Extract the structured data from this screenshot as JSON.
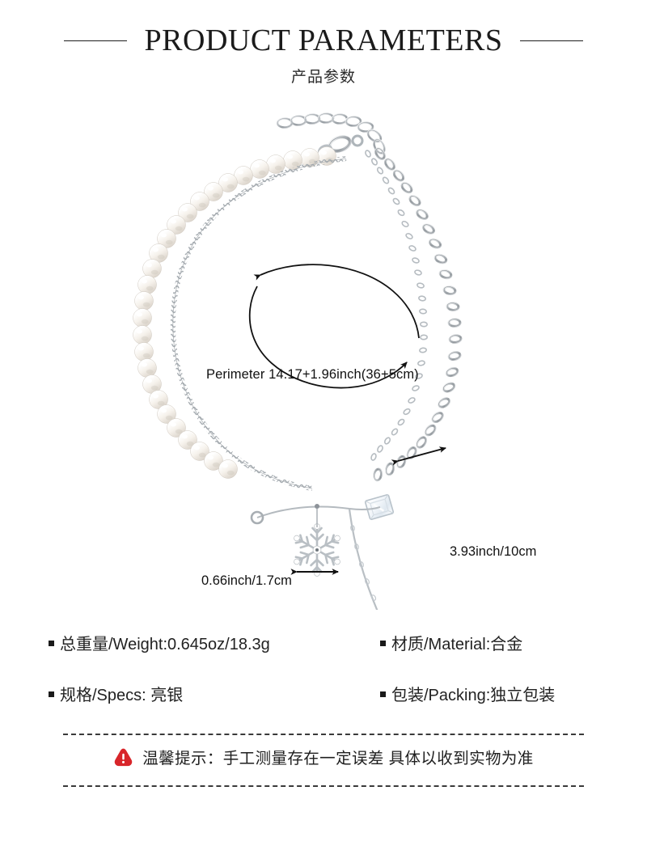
{
  "header": {
    "title": "PRODUCT PARAMETERS",
    "subtitle": "产品参数"
  },
  "product": {
    "perimeter_label": "Perimeter 14.17+1.96inch(36+5cm)",
    "pendant_width_label": "0.66inch/1.7cm",
    "drop_length_label": "3.93inch/10cm"
  },
  "specs": {
    "weight": "总重量/Weight:0.645oz/18.3g",
    "material": "材质/Material:合金",
    "spec": "规格/Specs: 亮银",
    "packing": "包装/Packing:独立包装"
  },
  "notice": {
    "text": "温馨提示：手工测量存在一定误差 具体以收到实物为准",
    "icon_color": "#d8252a"
  }
}
